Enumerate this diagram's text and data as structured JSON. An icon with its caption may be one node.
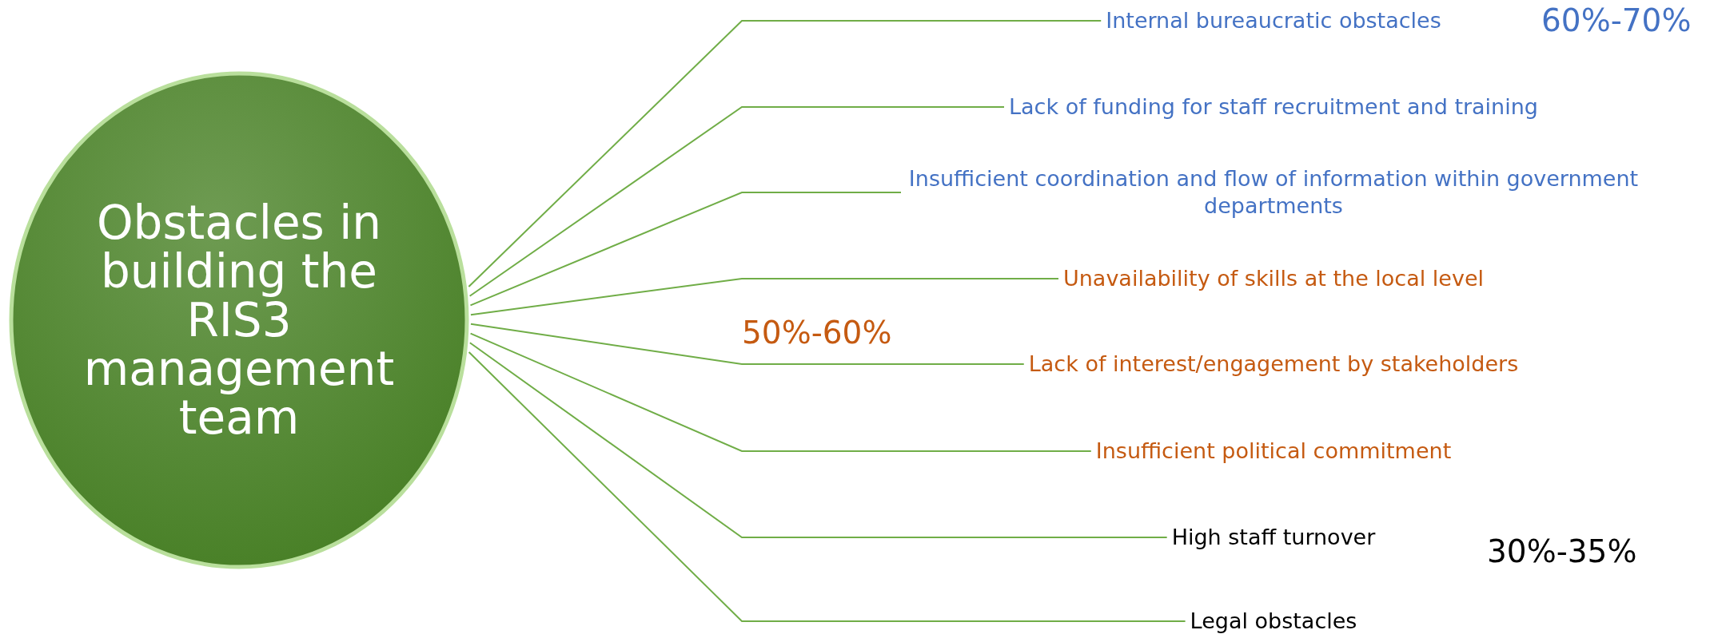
{
  "diagram": {
    "nodes": [
      {
        "text": [
          "Obstacles in building the RIS3 management team"
        ]
      },
      {
        "text": [
          "Internal bureaucratic obstacles"
        ]
      },
      {
        "text": [
          "Lack of funding for staff recruitment and training"
        ]
      },
      {
        "text": [
          "Insufficient coordination and flow of information within government departments"
        ]
      },
      {
        "text": [
          "Unavailability of skills at the local level"
        ]
      },
      {
        "text": [
          "Lack of interest/engagement by stakeholders"
        ]
      },
      {
        "text": [
          "Insufficient political commitment"
        ]
      },
      {
        "text": [
          "High staff turnover"
        ]
      },
      {
        "text": [
          "Legal obstacles"
        ]
      }
    ],
    "edges": [
      {
        "from": 0,
        "to": 1,
        "arrow": "none"
      },
      {
        "from": 0,
        "to": 2,
        "arrow": "none"
      },
      {
        "from": 0,
        "to": 3,
        "arrow": "none"
      },
      {
        "from": 0,
        "to": 4,
        "arrow": "none"
      },
      {
        "from": 0,
        "to": 5,
        "arrow": "none"
      },
      {
        "from": 0,
        "to": 6,
        "arrow": "none"
      },
      {
        "from": 0,
        "to": 7,
        "arrow": "none"
      },
      {
        "from": 0,
        "to": 8,
        "arrow": "none"
      }
    ],
    "labels": [
      "60%-70%",
      "50%-60%",
      "30%-35%"
    ]
  }
}
